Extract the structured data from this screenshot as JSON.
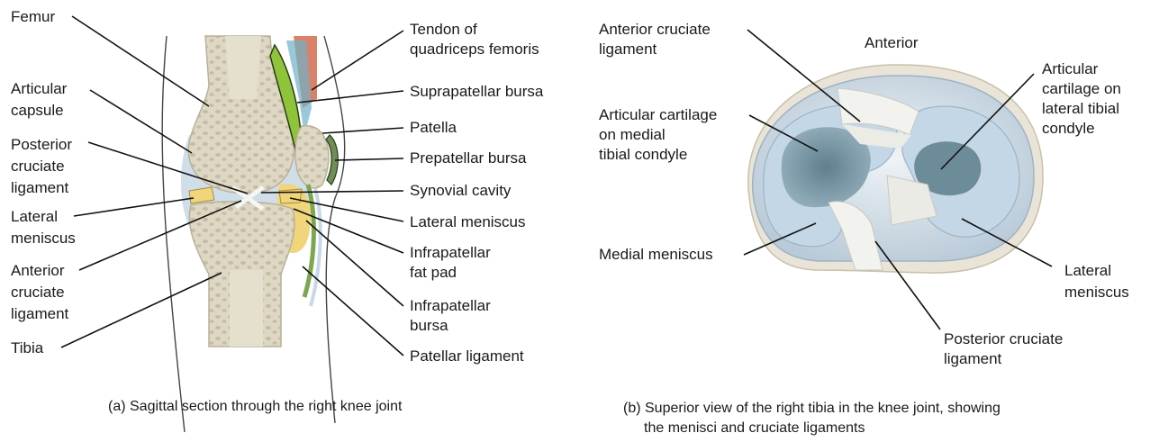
{
  "panel_a": {
    "caption": "(a) Sagittal section through the right knee joint",
    "labels": {
      "femur": [
        "Femur"
      ],
      "articular_capsule": [
        "Articular",
        "capsule"
      ],
      "posterior_cruciate": [
        "Posterior",
        "cruciate",
        "ligament"
      ],
      "lateral_meniscus_left": [
        "Lateral",
        "meniscus"
      ],
      "anterior_cruciate": [
        "Anterior",
        "cruciate",
        "ligament"
      ],
      "tibia": [
        "Tibia"
      ],
      "quadriceps_tendon": [
        "Tendon of",
        "quadriceps femoris"
      ],
      "suprapatellar_bursa": [
        "Suprapatellar bursa"
      ],
      "patella": [
        "Patella"
      ],
      "prepatellar_bursa": [
        "Prepatellar bursa"
      ],
      "synovial_cavity": [
        "Synovial cavity"
      ],
      "lateral_meniscus_right": [
        "Lateral meniscus"
      ],
      "infrapatellar_fat_pad": [
        "Infrapatellar",
        "fat pad"
      ],
      "infrapatellar_bursa": [
        "Infrapatellar",
        "bursa"
      ],
      "patellar_ligament": [
        "Patellar ligament"
      ]
    }
  },
  "panel_b": {
    "caption": [
      "(b) Superior view of the right tibia in the knee joint, showing",
      "the menisci and cruciate ligaments"
    ],
    "labels": {
      "anterior": [
        "Anterior"
      ],
      "anterior_cruciate": [
        "Anterior cruciate",
        "ligament"
      ],
      "medial_cartilage": [
        "Articular cartilage",
        "on medial",
        "tibial condyle"
      ],
      "medial_meniscus": [
        "Medial meniscus"
      ],
      "lateral_cartilage": [
        "Articular",
        "cartilage on",
        "lateral tibial",
        "condyle"
      ],
      "lateral_meniscus": [
        "Lateral",
        "meniscus"
      ],
      "posterior_cruciate": [
        "Posterior cruciate",
        "ligament"
      ]
    }
  },
  "colors": {
    "bone": "#dcd6c3",
    "bone_pore": "#c9c0a8",
    "capsule": "#c8d8e6",
    "bursa_green": "#8fc43a",
    "muscle": "#d9826a",
    "fat_pad": "#f0d57a",
    "cartilage_dark": "#7b9aaa",
    "meniscus": "#c4d7e6",
    "ligament": "#f2f2ef"
  }
}
